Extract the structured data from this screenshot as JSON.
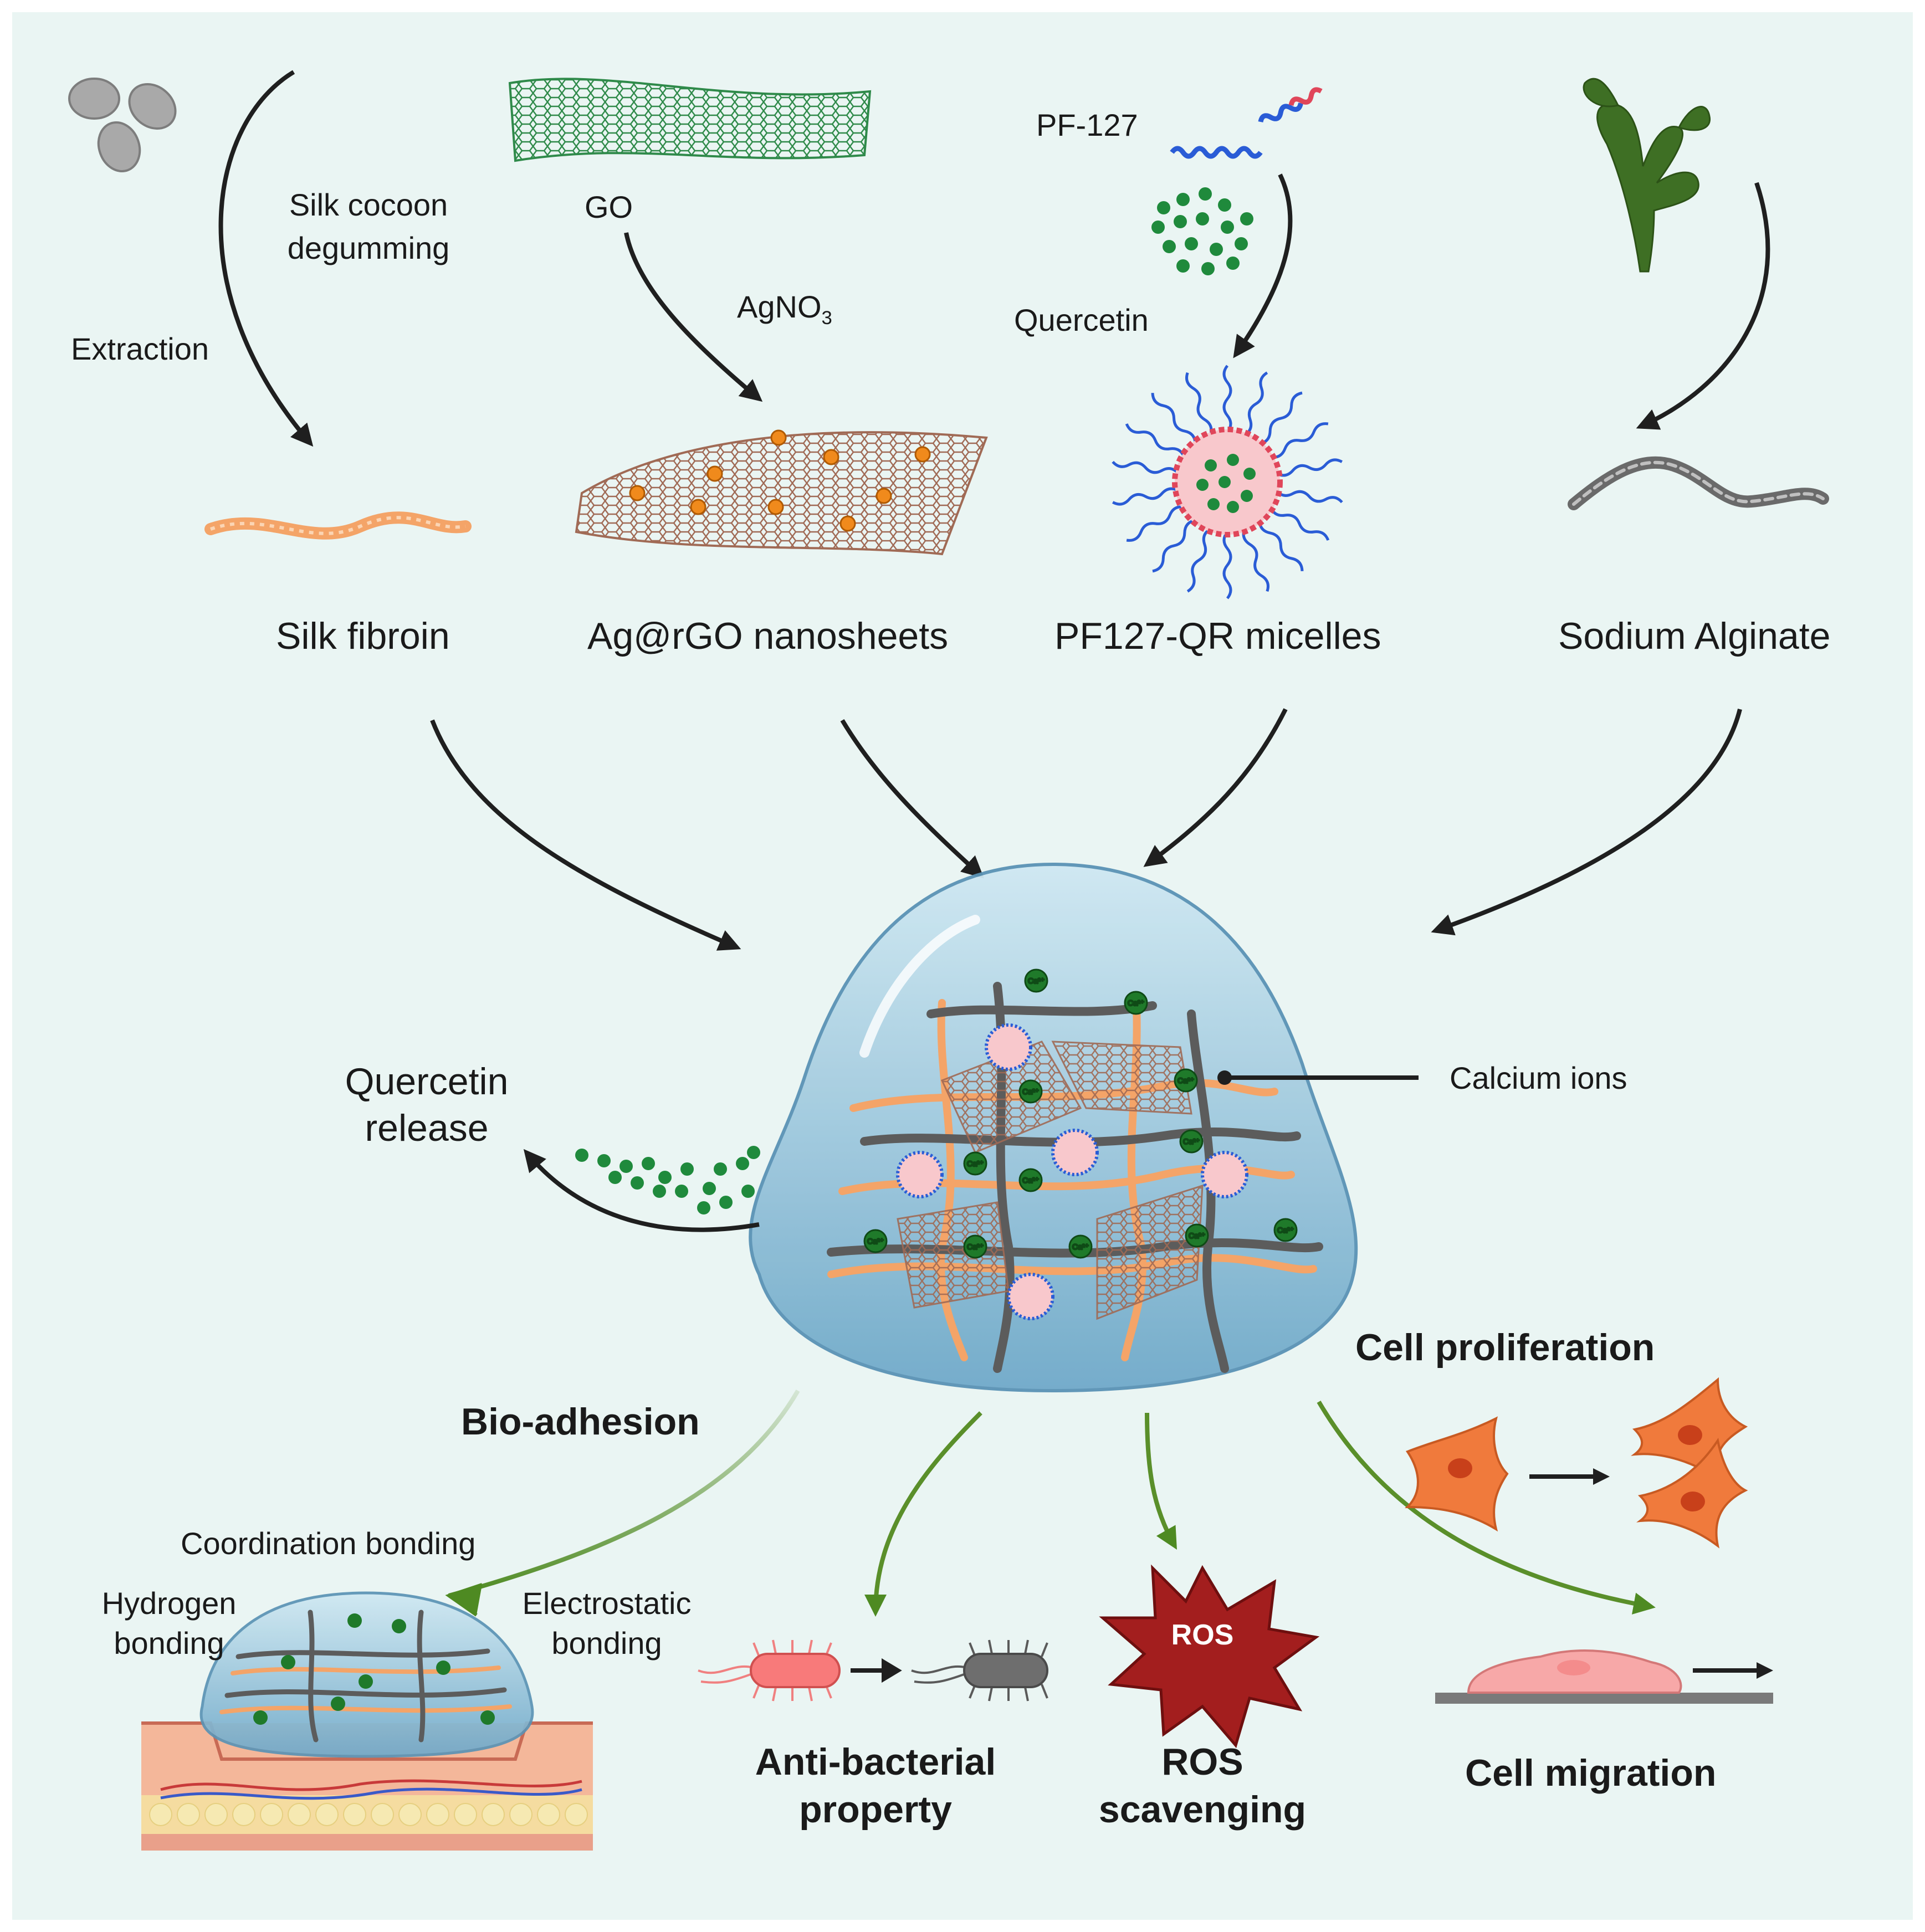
{
  "sources": {
    "silk": {
      "step1": "Silk cocoon",
      "step2": "degumming",
      "step3": "Extraction",
      "product": "Silk fibroin"
    },
    "graphene": {
      "start": "GO",
      "reagent_main": "AgNO",
      "reagent_sub": "3",
      "product": "Ag@rGO nanosheets"
    },
    "micelle": {
      "polymer": "PF-127",
      "drug": "Quercetin",
      "product": "PF127-QR micelles"
    },
    "alginate": {
      "product": "Sodium Alginate"
    }
  },
  "hydrogel": {
    "ion_label": "Calcium ions",
    "ion_symbol": "Ca²⁺",
    "release_line1": "Quercetin",
    "release_line2": "release"
  },
  "functions": {
    "bioadhesion": "Bio-adhesion",
    "bonding_coordination": "Coordination bonding",
    "bonding_hydrogen_1": "Hydrogen",
    "bonding_hydrogen_2": "bonding",
    "bonding_electrostatic_1": "Electrostatic",
    "bonding_electrostatic_2": "bonding",
    "antibacterial_1": "Anti-bacterial",
    "antibacterial_2": "property",
    "ros_badge": "ROS",
    "ros_1": "ROS",
    "ros_2": "scavenging",
    "proliferation": "Cell proliferation",
    "migration": "Cell migration"
  },
  "colors": {
    "background": "#eaf5f3",
    "arrow_dark": "#1f1f1f",
    "arrow_green": "#5a8f2a",
    "gel": "#8fc4dc",
    "fibroin": "#f0a060",
    "quercetin": "#1f8a3c",
    "cell": "#f07a3c",
    "ros": "#9e1e1e"
  }
}
